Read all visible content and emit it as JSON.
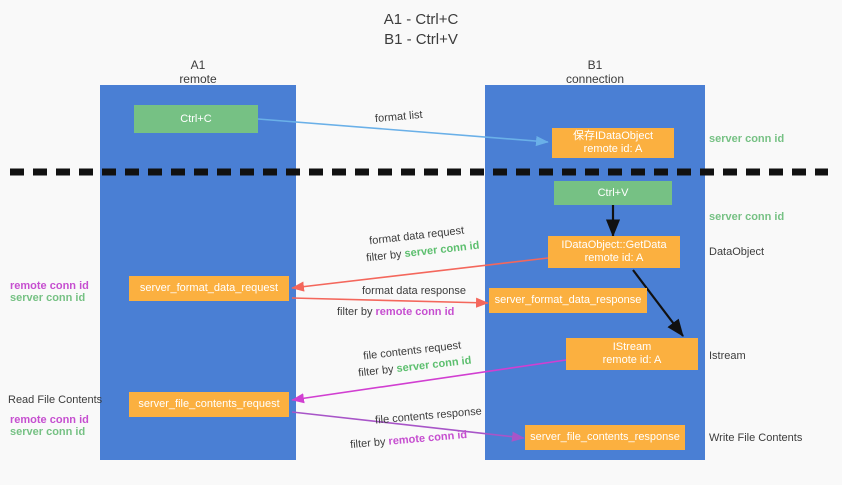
{
  "title": {
    "line1": "A1 - Ctrl+C",
    "line2": "B1 - Ctrl+V"
  },
  "lanes": [
    {
      "name": "A1",
      "sub": "remote"
    },
    {
      "name": "B1",
      "sub": "connection"
    }
  ],
  "colors": {
    "lane": "#4a7fd4",
    "green_box": "#76c184",
    "orange_box": "#fbb040",
    "server_conn": "#5cbf6e",
    "remote_conn": "#c64fd0",
    "arrow_blue": "#6ab0e8",
    "arrow_red": "#f4675c",
    "arrow_magenta": "#d13fd1",
    "arrow_purple": "#a855c8",
    "arrow_black": "#111111",
    "divider": "#111111",
    "text": "#3c3c3c",
    "background": "#f9f9f9"
  },
  "boxes": {
    "ctrl_c": {
      "label": "Ctrl+C"
    },
    "ctrl_v": {
      "label": "Ctrl+V"
    },
    "data_object": {
      "line1": "保存IDataObject",
      "line2": "remote id: A"
    },
    "get_data": {
      "line1": "IDataObject::GetData",
      "line2": "remote id: A"
    },
    "istream": {
      "line1": "IStream",
      "line2": "remote id: A"
    },
    "server_format_data_request": {
      "label": "server_format_data_request"
    },
    "server_format_data_response": {
      "label": "server_format_data_response"
    },
    "server_file_contents_request": {
      "label": "server_file_contents_request"
    },
    "server_file_contents_response": {
      "label": "server_file_contents_response"
    }
  },
  "right_notes": {
    "server_conn_id_top": "server conn id",
    "server_conn_id_mid": "server conn id",
    "data_object": "DataObject",
    "istream": "Istream",
    "write_file_contents": "Write File Contents"
  },
  "left_notes": {
    "remote_conn_id_1": "remote conn id",
    "server_conn_id_1": "server conn id",
    "read_file_contents": "Read File Contents",
    "remote_conn_id_2": "remote conn id",
    "server_conn_id_2": "server conn id"
  },
  "edges": {
    "format_list": "format list",
    "format_data_request": "format data request",
    "format_data_request_filter_prefix": "filter by ",
    "format_data_request_filter_key": "server conn id",
    "format_data_response": "format data response",
    "format_data_response_filter_prefix": "filter by ",
    "format_data_response_filter_key": "remote conn id",
    "file_contents_request": "file contents request",
    "file_contents_request_filter_prefix": "filter by ",
    "file_contents_request_filter_key": "server conn id",
    "file_contents_response": "file contents response",
    "file_contents_response_filter_prefix": "filter by ",
    "file_contents_response_filter_key": "remote conn id"
  }
}
